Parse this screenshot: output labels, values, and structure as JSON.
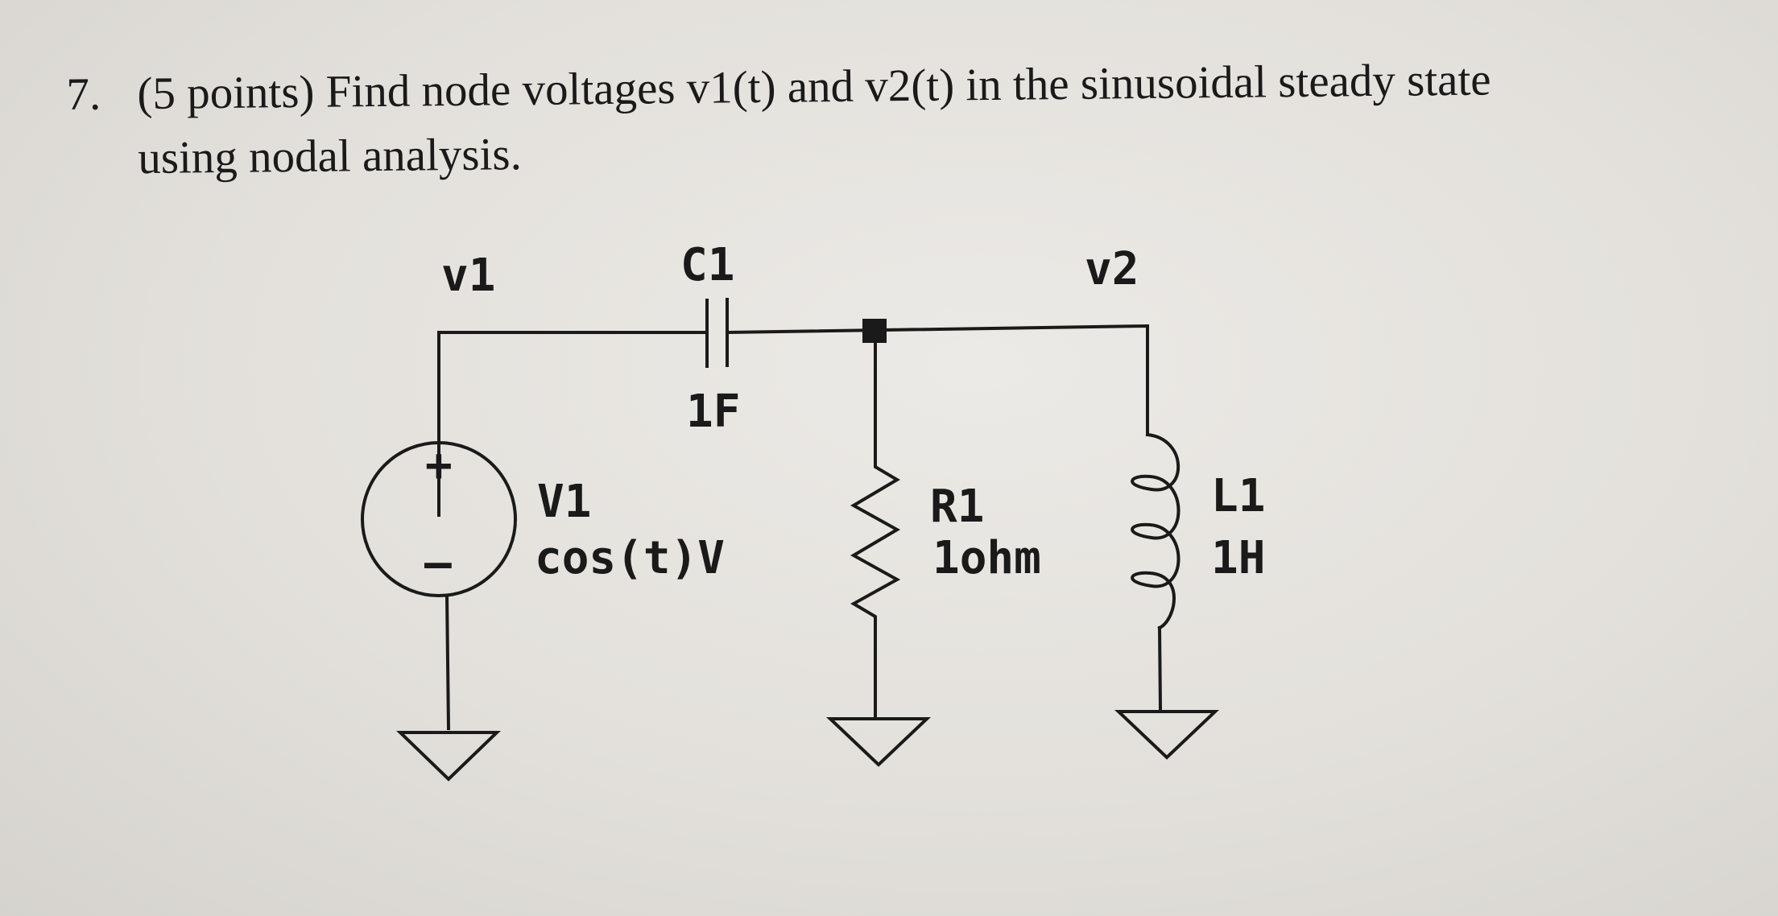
{
  "question": {
    "number": "7.",
    "line1": "(5 points) Find node voltages v1(t) and v2(t) in the sinusoidal steady state",
    "line2": "using nodal analysis."
  },
  "circuit": {
    "node_labels": {
      "v1": "v1",
      "v2": "v2"
    },
    "capacitor": {
      "name": "C1",
      "value": "1F"
    },
    "source": {
      "name": "V1",
      "value": "cos(t)V",
      "plus": "+",
      "minus": "–"
    },
    "resistor": {
      "name": "R1",
      "value": "1ohm"
    },
    "inductor": {
      "name": "L1",
      "value": "1H"
    }
  }
}
